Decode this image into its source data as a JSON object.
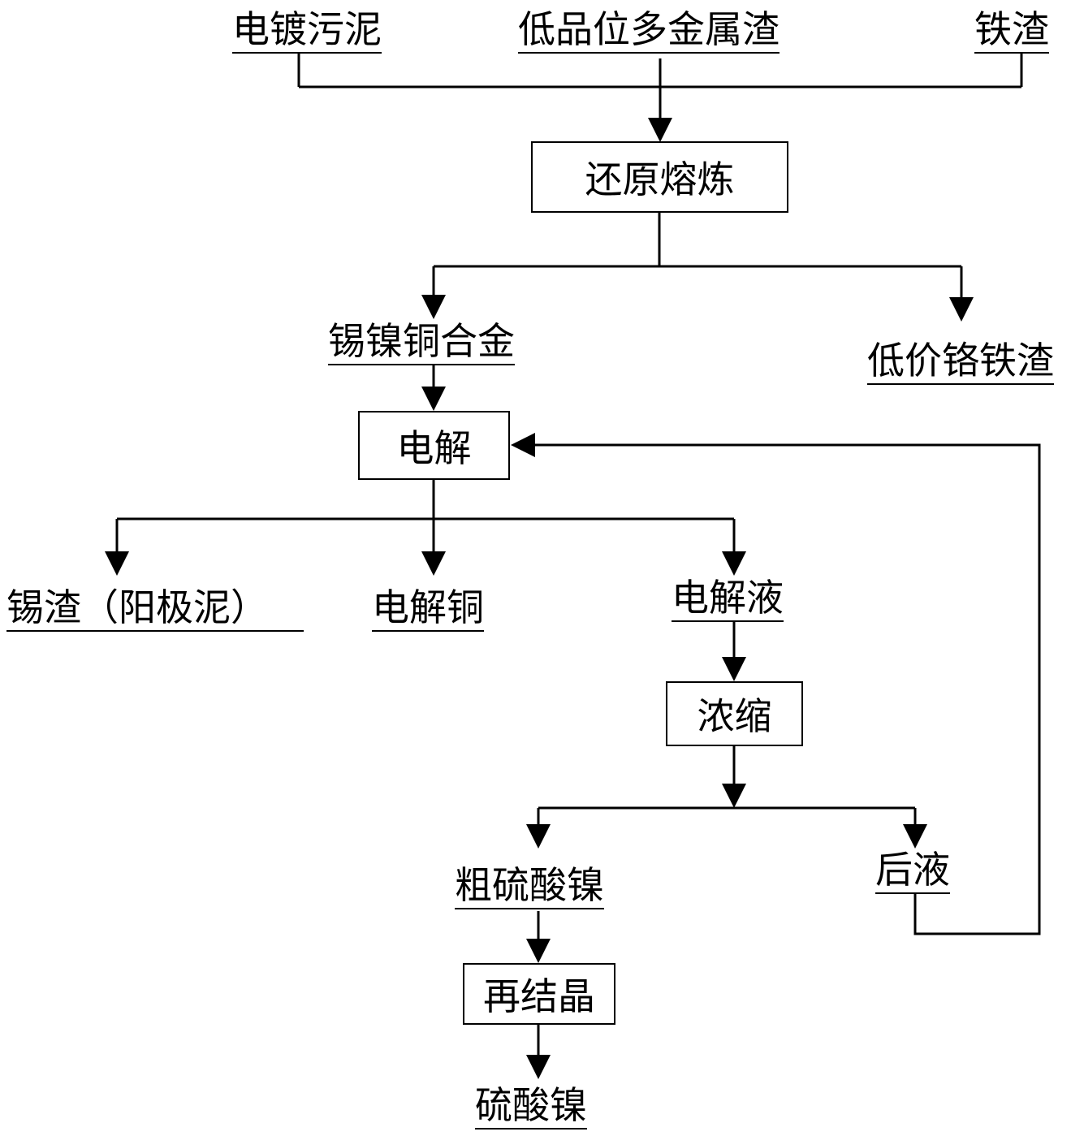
{
  "inputs": {
    "sludge": "电镀污泥",
    "multimetal_slag": "低品位多金属渣",
    "iron_slag": "铁渣"
  },
  "steps": {
    "reduction_smelting": "还原熔炼",
    "electrolysis": "电解",
    "concentration": "浓缩",
    "recrystallization": "再结晶"
  },
  "products": {
    "tin_nickel_copper_alloy": "锡镍铜合金",
    "low_valence_chrome_iron_slag": "低价铬铁渣",
    "tin_slag": "锡渣（阳极泥）",
    "electrolytic_copper": "电解铜",
    "electrolyte": "电解液",
    "crude_nickel_sulfate": "粗硫酸镍",
    "mother_liquor": "后液",
    "nickel_sulfate": "硫酸镍"
  }
}
